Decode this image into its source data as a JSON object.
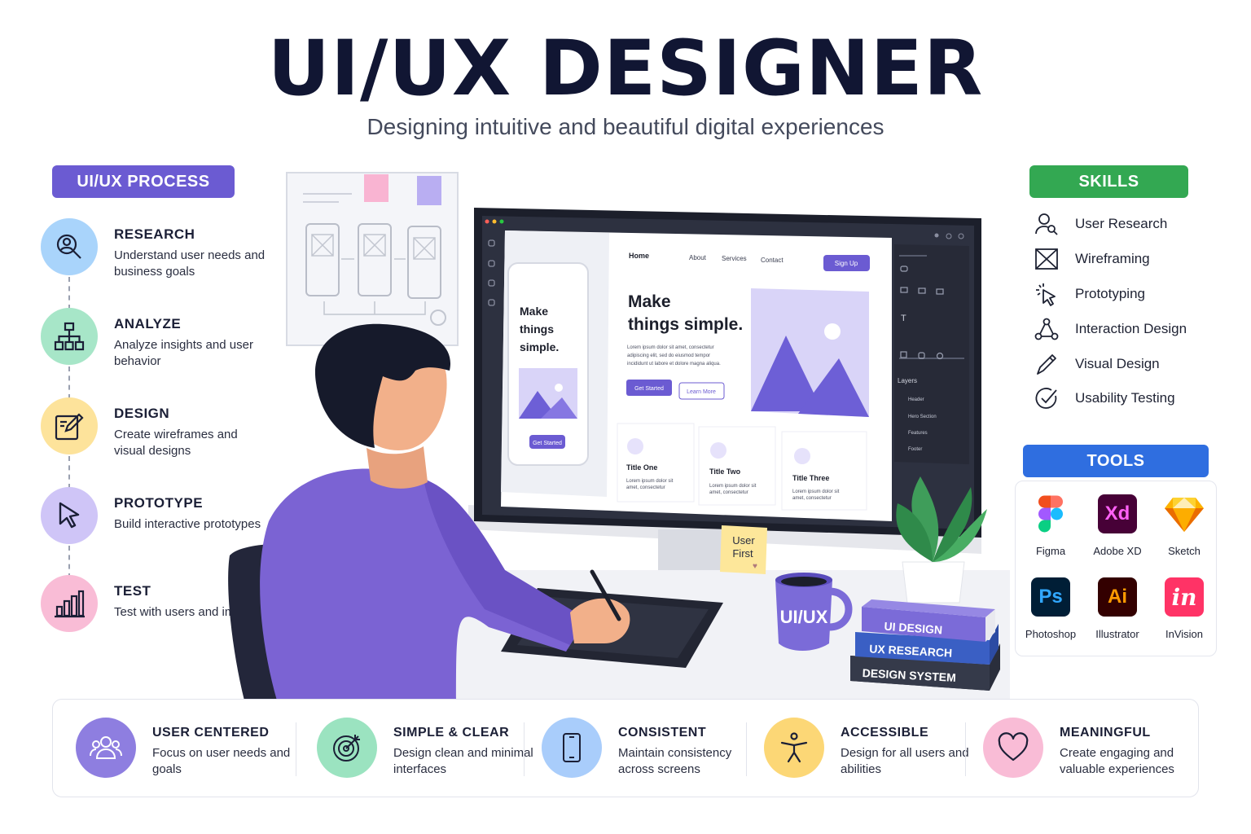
{
  "header": {
    "title": "UI/UX DESIGNER",
    "subtitle": "Designing intuitive and beautiful digital experiences"
  },
  "process": {
    "label": "UI/UX PROCESS",
    "steps": [
      {
        "title": "RESEARCH",
        "desc": "Understand user needs and business goals",
        "icon": "research-icon",
        "color": "#a9d4fb"
      },
      {
        "title": "ANALYZE",
        "desc": "Analyze insights and user behavior",
        "icon": "hierarchy-icon",
        "color": "#a7e6c8"
      },
      {
        "title": "DESIGN",
        "desc": "Create wireframes and visual designs",
        "icon": "edit-icon",
        "color": "#fde39b"
      },
      {
        "title": "PROTOTYPE",
        "desc": "Build interactive prototypes",
        "icon": "cursor-icon",
        "color": "#cfc5f7"
      },
      {
        "title": "TEST",
        "desc": "Test with users and improve",
        "icon": "bar-chart-icon",
        "color": "#f9bcd6"
      }
    ]
  },
  "skills": {
    "label": "SKILLS",
    "items": [
      {
        "label": "User Research",
        "icon": "user-search-icon"
      },
      {
        "label": "Wireframing",
        "icon": "wireframe-icon"
      },
      {
        "label": "Prototyping",
        "icon": "click-icon"
      },
      {
        "label": "Interaction Design",
        "icon": "nodes-icon"
      },
      {
        "label": "Visual Design",
        "icon": "pen-icon"
      },
      {
        "label": "Usability Testing",
        "icon": "check-circle-icon"
      }
    ]
  },
  "tools": {
    "label": "TOOLS",
    "items": [
      {
        "label": "Figma",
        "icon": "figma-icon",
        "glyph": ""
      },
      {
        "label": "Adobe XD",
        "icon": "adobe-xd-icon",
        "glyph": "Xd"
      },
      {
        "label": "Sketch",
        "icon": "sketch-icon",
        "glyph": ""
      },
      {
        "label": "Photoshop",
        "icon": "photoshop-icon",
        "glyph": "Ps"
      },
      {
        "label": "Illustrator",
        "icon": "illustrator-icon",
        "glyph": "Ai"
      },
      {
        "label": "InVision",
        "icon": "invision-icon",
        "glyph": "in"
      }
    ]
  },
  "screen": {
    "nav": {
      "home": "Home",
      "about": "About",
      "services": "Services",
      "contact": "Contact",
      "signup": "Sign Up"
    },
    "hero_line1": "Make",
    "hero_line2": "things simple.",
    "hero_body_1": "Lorem ipsum dolor sit amet, consectetur",
    "hero_body_2": "adipiscing elit, sed do eiusmod tempor",
    "hero_body_3": "incididunt ut labore et dolore magna aliqua.",
    "btn_primary": "Get Started",
    "btn_secondary": "Learn More",
    "cards": [
      {
        "title": "Title One",
        "body_1": "Lorem ipsum dolor sit",
        "body_2": "amet, consectetur"
      },
      {
        "title": "Title Two",
        "body_1": "Lorem ipsum dolor sit",
        "body_2": "amet, consectetur"
      },
      {
        "title": "Title Three",
        "body_1": "Lorem ipsum dolor sit",
        "body_2": "amet, consectetur"
      }
    ],
    "phone": {
      "line1": "Make",
      "line2": "things",
      "line3": "simple.",
      "button": "Get Started"
    },
    "layers": {
      "title": "Layers",
      "items": [
        "Header",
        "Hero Section",
        "Features",
        "Footer"
      ]
    }
  },
  "desk": {
    "note_line1": "User",
    "note_line2": "First",
    "mug": "UI/UX",
    "books": [
      "UI DESIGN",
      "UX RESEARCH",
      "DESIGN SYSTEM"
    ]
  },
  "values": [
    {
      "title": "USER CENTERED",
      "desc": "Focus on user needs and goals",
      "icon": "users-icon",
      "color": "#8e7ee0"
    },
    {
      "title": "SIMPLE & CLEAR",
      "desc": "Design clean and minimal interfaces",
      "icon": "target-icon",
      "color": "#9be3c0"
    },
    {
      "title": "CONSISTENT",
      "desc": "Maintain consistency across screens",
      "icon": "phone-icon",
      "color": "#a9cdfb"
    },
    {
      "title": "ACCESSIBLE",
      "desc": "Design for all users and abilities",
      "icon": "accessibility-icon",
      "color": "#fcd776"
    },
    {
      "title": "MEANINGFUL",
      "desc": "Create engaging and valuable experiences",
      "icon": "heart-icon",
      "color": "#f9bcd6"
    }
  ],
  "colors": {
    "process": "#6b5bd2",
    "skills": "#33a852",
    "tools": "#2f6ee0",
    "accent": "#6b5bd2"
  }
}
